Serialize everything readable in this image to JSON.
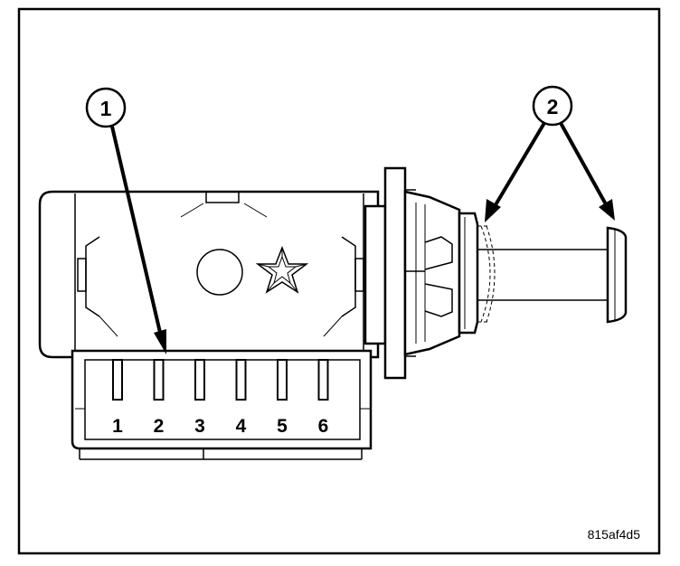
{
  "diagram": {
    "pin_labels": [
      "1",
      "2",
      "3",
      "4",
      "5",
      "6"
    ],
    "callouts": {
      "connector": "1",
      "plunger": "2"
    },
    "figure_code": "815af4d5"
  }
}
